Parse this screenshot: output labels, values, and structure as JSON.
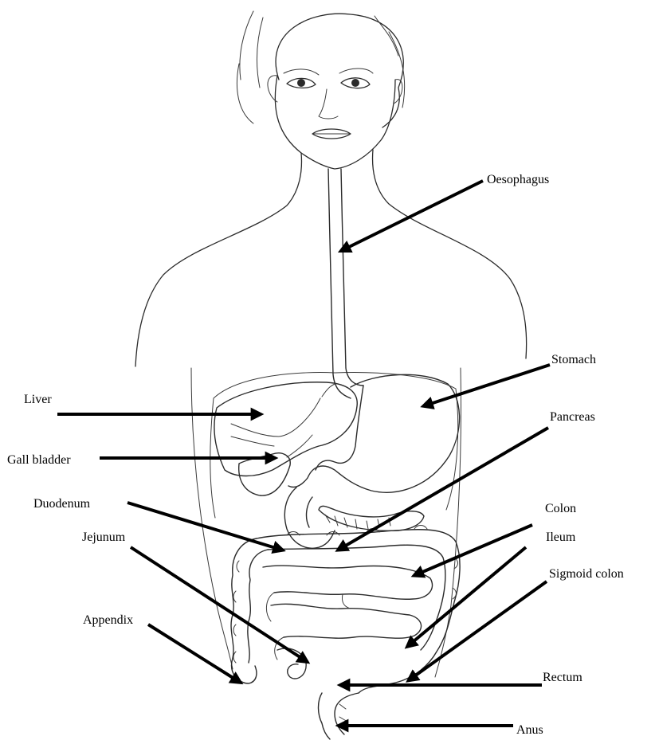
{
  "labels": {
    "oesophagus": "Oesophagus",
    "stomach": "Stomach",
    "liver": "Liver",
    "pancreas": "Pancreas",
    "gall_bladder": "Gall bladder",
    "duodenum": "Duodenum",
    "colon": "Colon",
    "jejunum": "Jejunum",
    "ileum": "Ileum",
    "sigmoid_colon": "Sigmoid colon",
    "appendix": "Appendix",
    "rectum": "Rectum",
    "anus": "Anus"
  },
  "colors": {
    "line": "#2b2b2b",
    "arrow": "#000000",
    "background": "#ffffff"
  }
}
